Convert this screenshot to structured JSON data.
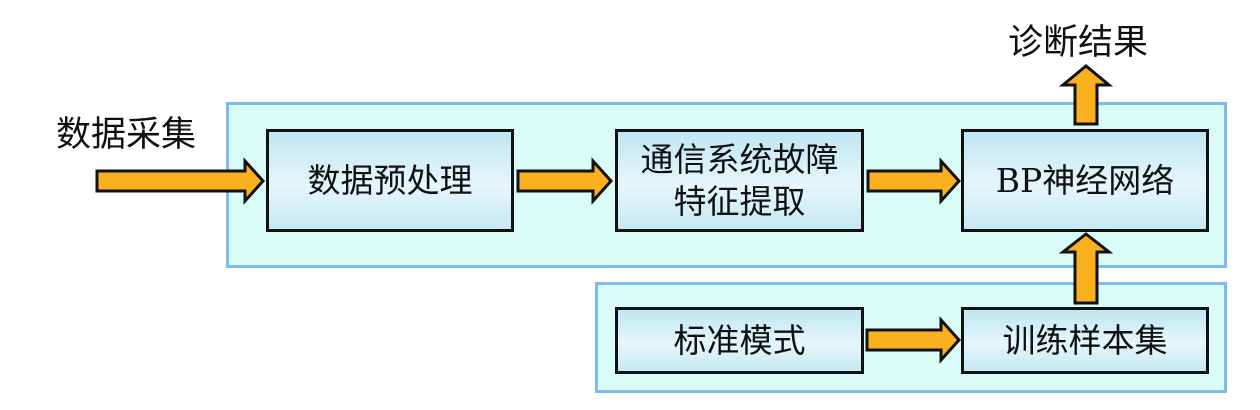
{
  "diagram": {
    "input_label": "数据采集",
    "output_label": "诊断结果",
    "nodes": {
      "preprocess": "数据预处理",
      "feature_line1": "通信系统故障",
      "feature_line2": "特征提取",
      "bp": "BP神经网络",
      "standard": "标准模式",
      "training": "训练样本集"
    },
    "edges": [
      {
        "from": "数据采集",
        "to": "数据预处理"
      },
      {
        "from": "数据预处理",
        "to": "通信系统故障特征提取"
      },
      {
        "from": "通信系统故障特征提取",
        "to": "BP神经网络"
      },
      {
        "from": "BP神经网络",
        "to": "诊断结果"
      },
      {
        "from": "标准模式",
        "to": "训练样本集"
      },
      {
        "from": "训练样本集",
        "to": "BP神经网络"
      }
    ],
    "colors": {
      "group_fill": "#d9fcf6",
      "group_border": "#7cbaef",
      "arrow_fill": "#fbb11f",
      "node_border": "#111111"
    }
  }
}
